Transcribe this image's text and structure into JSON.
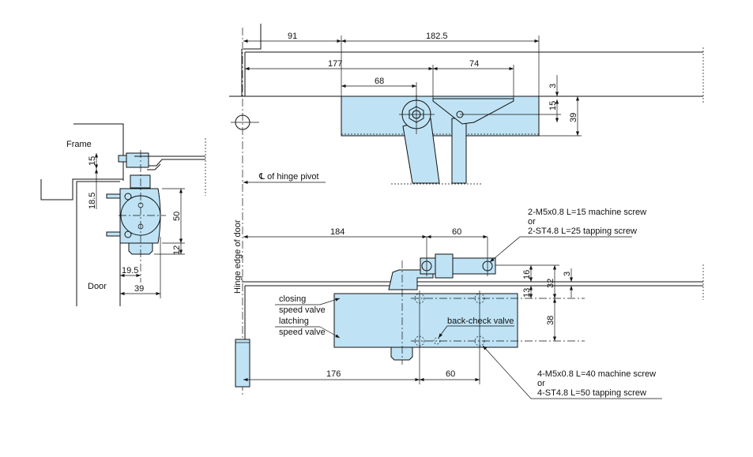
{
  "colors": {
    "part_fill": "#bfe3f5",
    "line": "#111111"
  },
  "side_view": {
    "frame_label": "Frame",
    "door_label": "Door",
    "dims": {
      "d15": "15",
      "d18_5": "18.5",
      "d50": "50",
      "d12": "12",
      "d19_5": "19.5",
      "d39": "39"
    }
  },
  "top_view": {
    "dims": {
      "d91": "91",
      "d182_5": "182.5",
      "d177": "177",
      "d74": "74",
      "d68": "68",
      "d3": "3",
      "d15": "15",
      "d39": "39"
    },
    "hinge_pivot_label": "℄ of hinge pivot"
  },
  "bottom_view": {
    "hinge_edge_label": "Hinge edge of door",
    "dims": {
      "d184": "184",
      "d60_top": "60",
      "d16": "16",
      "d13": "13",
      "d32": "32",
      "d38": "38",
      "d3": "3",
      "d176": "176",
      "d60_bottom": "60"
    },
    "closing_valve": [
      "closing",
      "speed valve"
    ],
    "latching_valve": [
      "latching",
      "speed valve"
    ],
    "back_check_label": "back-check valve",
    "bracket_screws": [
      "2-M5x0.8 L=15 machine screw",
      "or",
      "2-ST4.8 L=25 tapping screw"
    ],
    "body_screws": [
      "4-M5x0.8 L=40 machine screw",
      "or",
      "4-ST4.8 L=50 tapping screw"
    ]
  }
}
